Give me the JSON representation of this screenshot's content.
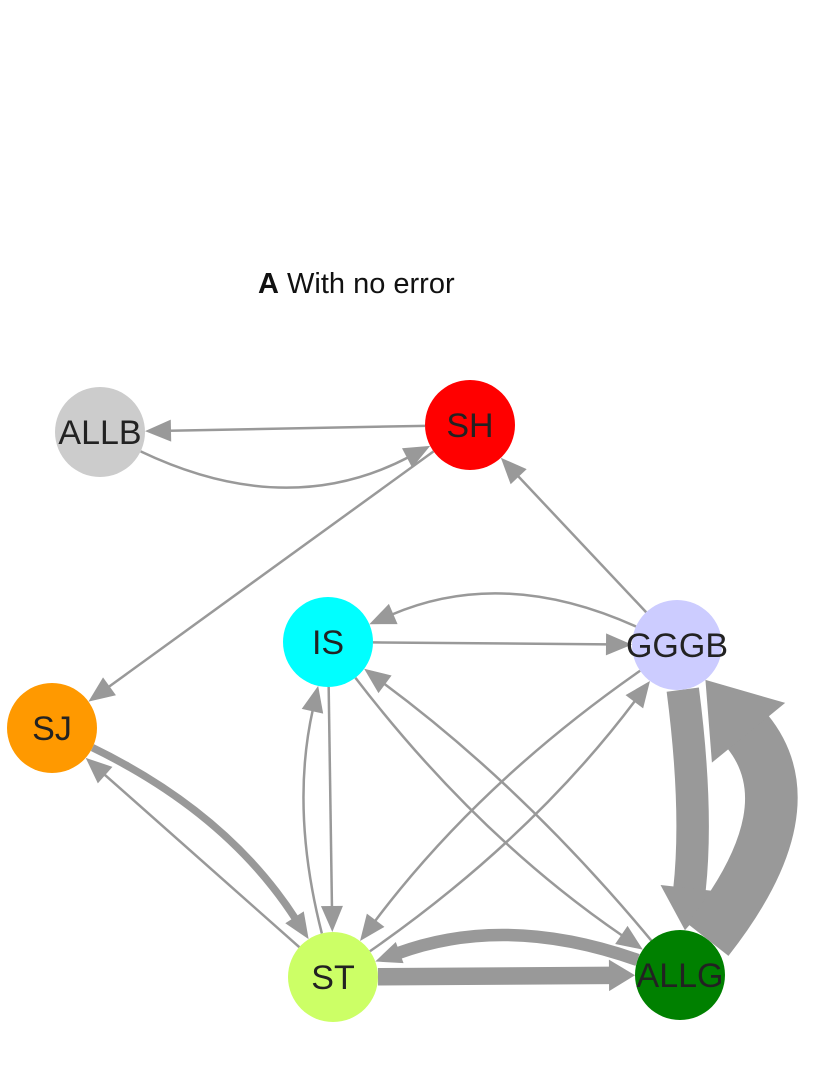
{
  "title": {
    "panel_letter": "A",
    "text": "With no error"
  },
  "nodes": [
    {
      "id": "ALLB",
      "label": "ALLB",
      "color": "#cccccc"
    },
    {
      "id": "SH",
      "label": "SH",
      "color": "#ff0000"
    },
    {
      "id": "IS",
      "label": "IS",
      "color": "#00ffff"
    },
    {
      "id": "GGGB",
      "label": "GGGB",
      "color": "#ccccff"
    },
    {
      "id": "SJ",
      "label": "SJ",
      "color": "#ff9900"
    },
    {
      "id": "ST",
      "label": "ST",
      "color": "#ccff66"
    },
    {
      "id": "ALLG",
      "label": "ALLG",
      "color": "#008000"
    }
  ],
  "edges": [
    {
      "from": "ALLB",
      "to": "SH",
      "weight": 1
    },
    {
      "from": "SH",
      "to": "ALLB",
      "weight": 1
    },
    {
      "from": "SH",
      "to": "SJ",
      "weight": 1
    },
    {
      "from": "GGGB",
      "to": "SH",
      "weight": 1
    },
    {
      "from": "GGGB",
      "to": "IS",
      "weight": 1
    },
    {
      "from": "IS",
      "to": "GGGB",
      "weight": 1
    },
    {
      "from": "IS",
      "to": "ST",
      "weight": 1
    },
    {
      "from": "ST",
      "to": "IS",
      "weight": 1
    },
    {
      "from": "ST",
      "to": "SJ",
      "weight": 1
    },
    {
      "from": "SJ",
      "to": "ST",
      "weight": 2
    },
    {
      "from": "ST",
      "to": "GGGB",
      "weight": 1
    },
    {
      "from": "GGGB",
      "to": "ST",
      "weight": 1
    },
    {
      "from": "ALLG",
      "to": "IS",
      "weight": 1
    },
    {
      "from": "IS",
      "to": "ALLG",
      "weight": 1
    },
    {
      "from": "ST",
      "to": "ALLG",
      "weight": 4
    },
    {
      "from": "ALLG",
      "to": "ST",
      "weight": 3
    },
    {
      "from": "GGGB",
      "to": "ALLG",
      "weight": 7
    },
    {
      "from": "ALLG",
      "to": "GGGB",
      "weight": 11
    }
  ],
  "edge_color": "#999999"
}
